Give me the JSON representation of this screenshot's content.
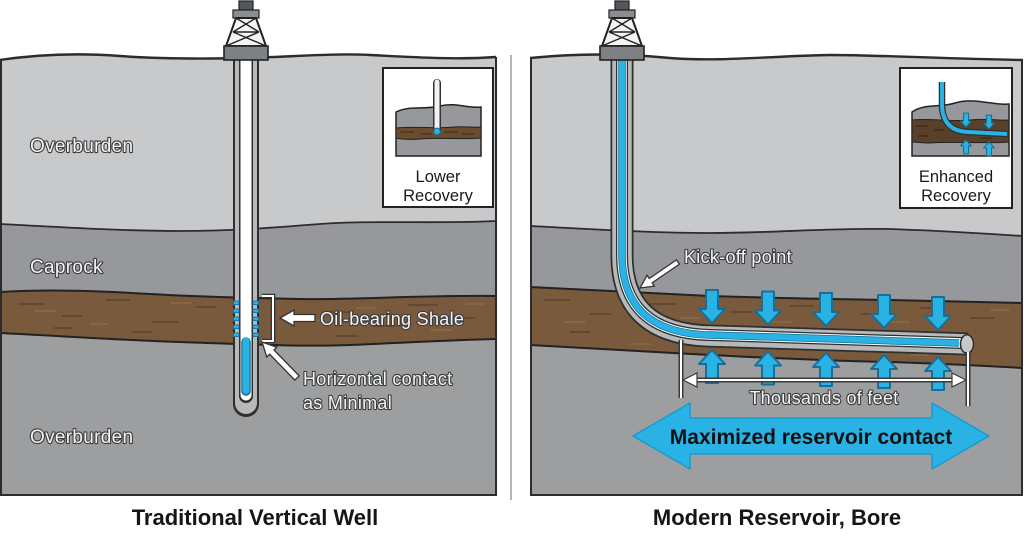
{
  "left": {
    "caption": "Traditional Vertical Well",
    "layer_labels": {
      "overburden_top": "Overburden",
      "caprock": "Caprock",
      "overburden_bottom": "Overburden"
    },
    "annotations": {
      "shale": "Oil-bearing Shale",
      "contact_1": "Horizontal contact",
      "contact_2": "as Minimal"
    },
    "inset": {
      "line1": "Lower",
      "line2": "Recovery"
    }
  },
  "right": {
    "caption": "Modern Reservoir, Bore",
    "annotations": {
      "kickoff": "Kick-off point",
      "distance": "Thousands of feet",
      "reservoir_contact": "Maximized reservoir contact"
    },
    "inset": {
      "line1": "Enhanced",
      "line2": "Recovery"
    }
  },
  "colors": {
    "accent_cyan": "#29b2e3",
    "shale_brown": "#7a5a3c",
    "overburden_light": "#c7c9cb",
    "caprock_gray": "#96989b",
    "overburden_gray": "#9c9ea0",
    "outline_dark": "#2c2c2c"
  }
}
